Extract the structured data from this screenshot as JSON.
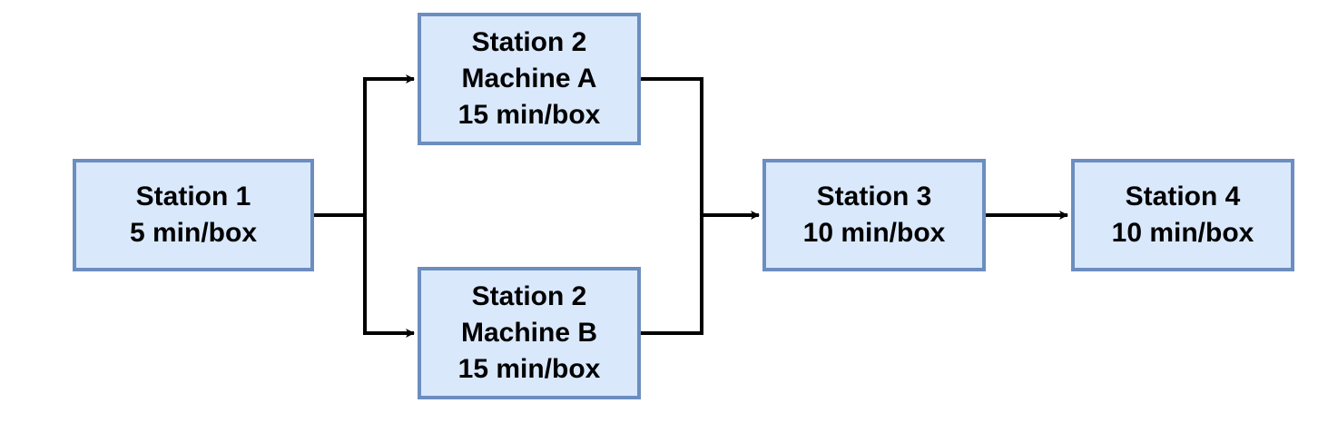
{
  "nodes": {
    "station1": {
      "lines": [
        "Station 1",
        "5 min/box"
      ]
    },
    "station2a": {
      "lines": [
        "Station 2",
        "Machine A",
        "15 min/box"
      ]
    },
    "station2b": {
      "lines": [
        "Station 2",
        "Machine B",
        "15 min/box"
      ]
    },
    "station3": {
      "lines": [
        "Station 3",
        "10 min/box"
      ]
    },
    "station4": {
      "lines": [
        "Station 4",
        "10 min/box"
      ]
    }
  },
  "colors": {
    "box_fill": "#dae8fc",
    "box_border": "#6c8ebf",
    "connector": "#000000"
  },
  "edges": [
    {
      "from": "station1",
      "to": "station2a"
    },
    {
      "from": "station1",
      "to": "station2b"
    },
    {
      "from": "station2a",
      "to": "station3"
    },
    {
      "from": "station2b",
      "to": "station3"
    },
    {
      "from": "station3",
      "to": "station4"
    }
  ]
}
